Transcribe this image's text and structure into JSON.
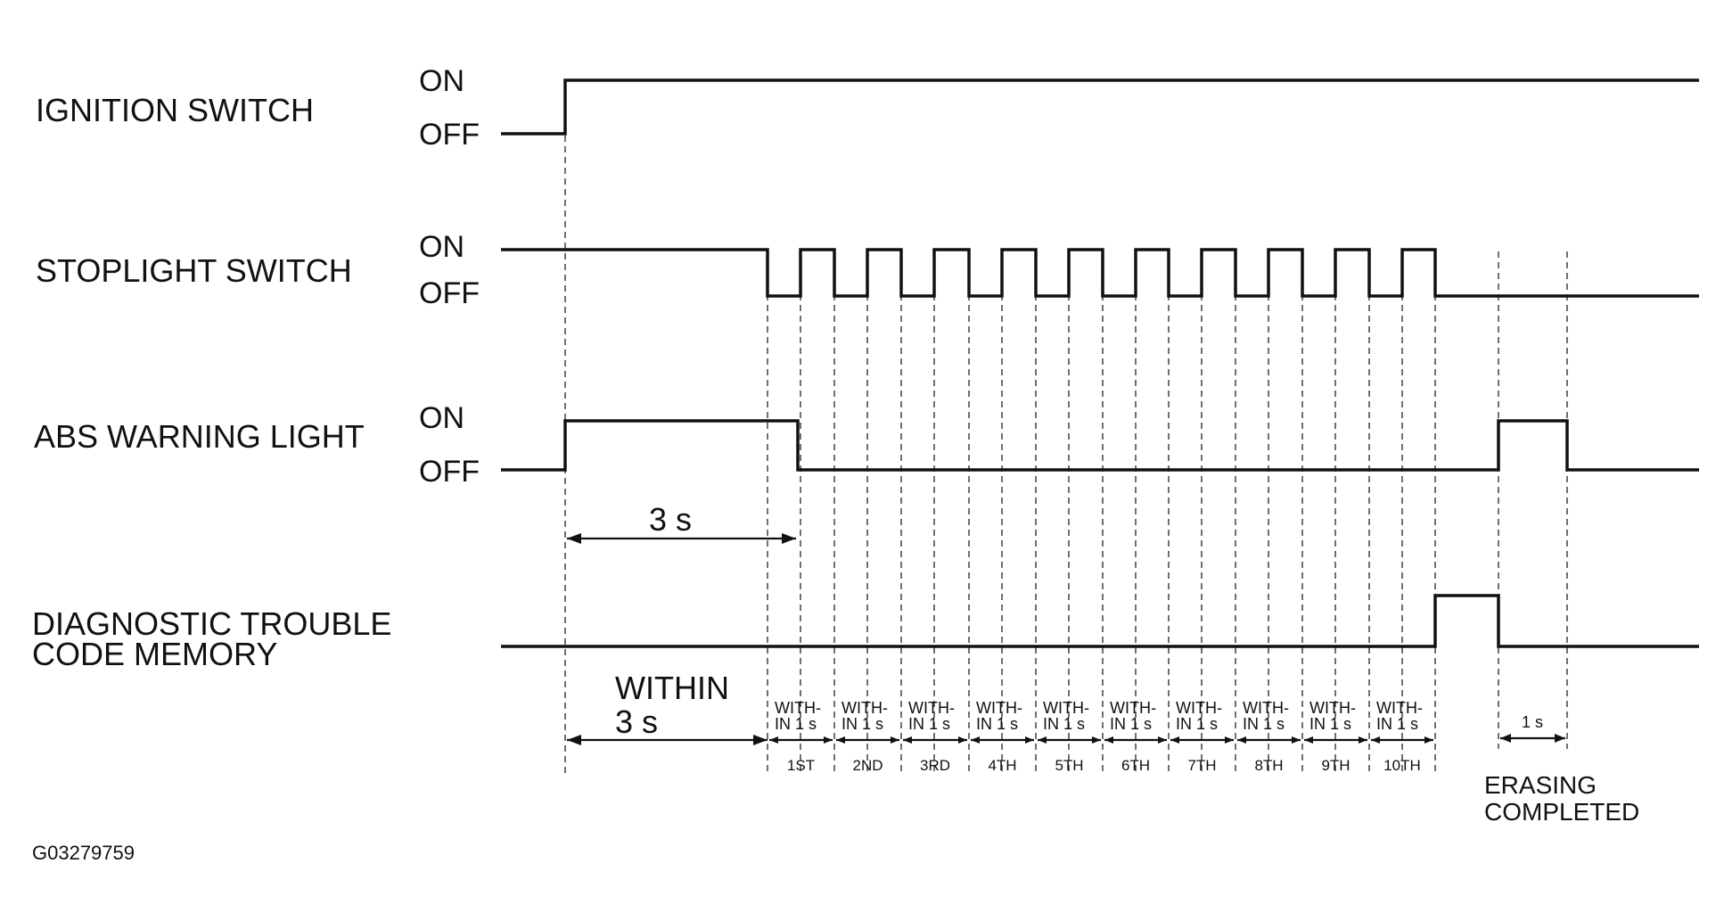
{
  "signals": [
    {
      "name": "IGNITION SWITCH",
      "on_label": "ON",
      "off_label": "OFF"
    },
    {
      "name": "STOPLIGHT SWITCH",
      "on_label": "ON",
      "off_label": "OFF"
    },
    {
      "name": "ABS WARNING LIGHT",
      "on_label": "ON",
      "off_label": "OFF"
    },
    {
      "name_line1": "DIAGNOSTIC TROUBLE",
      "name_line2": "CODE MEMORY"
    }
  ],
  "annotations": {
    "warning_duration": "3 s",
    "within_line1": "WITHIN",
    "within_line2": "3 s",
    "within_1s_line1": "WITH-",
    "within_1s_line2": "IN 1 s",
    "erase_duration": "1 s",
    "erasing_line1": "ERASING",
    "erasing_line2": "COMPLETED"
  },
  "ordinals": [
    "1ST",
    "2ND",
    "3RD",
    "4TH",
    "5TH",
    "6TH",
    "7TH",
    "8TH",
    "9TH",
    "10TH"
  ],
  "figure_id": "G03279759"
}
